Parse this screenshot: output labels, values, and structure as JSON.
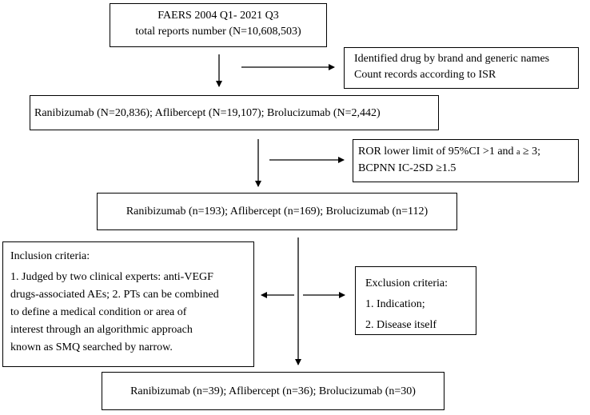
{
  "start": {
    "line1": "FAERS 2004 Q1- 2021 Q3",
    "line2": "total reports number (N=10,608,503)"
  },
  "step1_note": {
    "line1": "Identified drug by brand and generic names",
    "line2": "Count records according to ISR"
  },
  "stage1": {
    "text": "Ranibizumab  (N=20,836); Aflibercept (N=19,107); Brolucizumab (N=2,442)"
  },
  "step2_note": {
    "line1_pre": "ROR lower limit of 95%CI >1 and ",
    "line1_a": "a",
    "line1_post": " ≥ 3;",
    "line2": "BCPNN IC-2SD ≥1.5"
  },
  "stage2": {
    "text": "Ranibizumab  (n=193); Aflibercept (n=169); Brolucizumab (n=112)"
  },
  "inclusion": {
    "title": "Inclusion criteria:",
    "lines": [
      "1. Judged by two clinical experts: anti-VEGF",
      "drugs-associated AEs; 2. PTs can be combined",
      "to define  a medical condition or area of",
      "interest through an algorithmic approach",
      "known as SMQ searched by narrow."
    ]
  },
  "exclusion": {
    "title": "Exclusion criteria:",
    "items": [
      "1. Indication;",
      "2. Disease itself"
    ]
  },
  "final": {
    "text": "Ranibizumab  (n=39); Aflibercept (n=36); Brolucizumab (n=30)"
  }
}
